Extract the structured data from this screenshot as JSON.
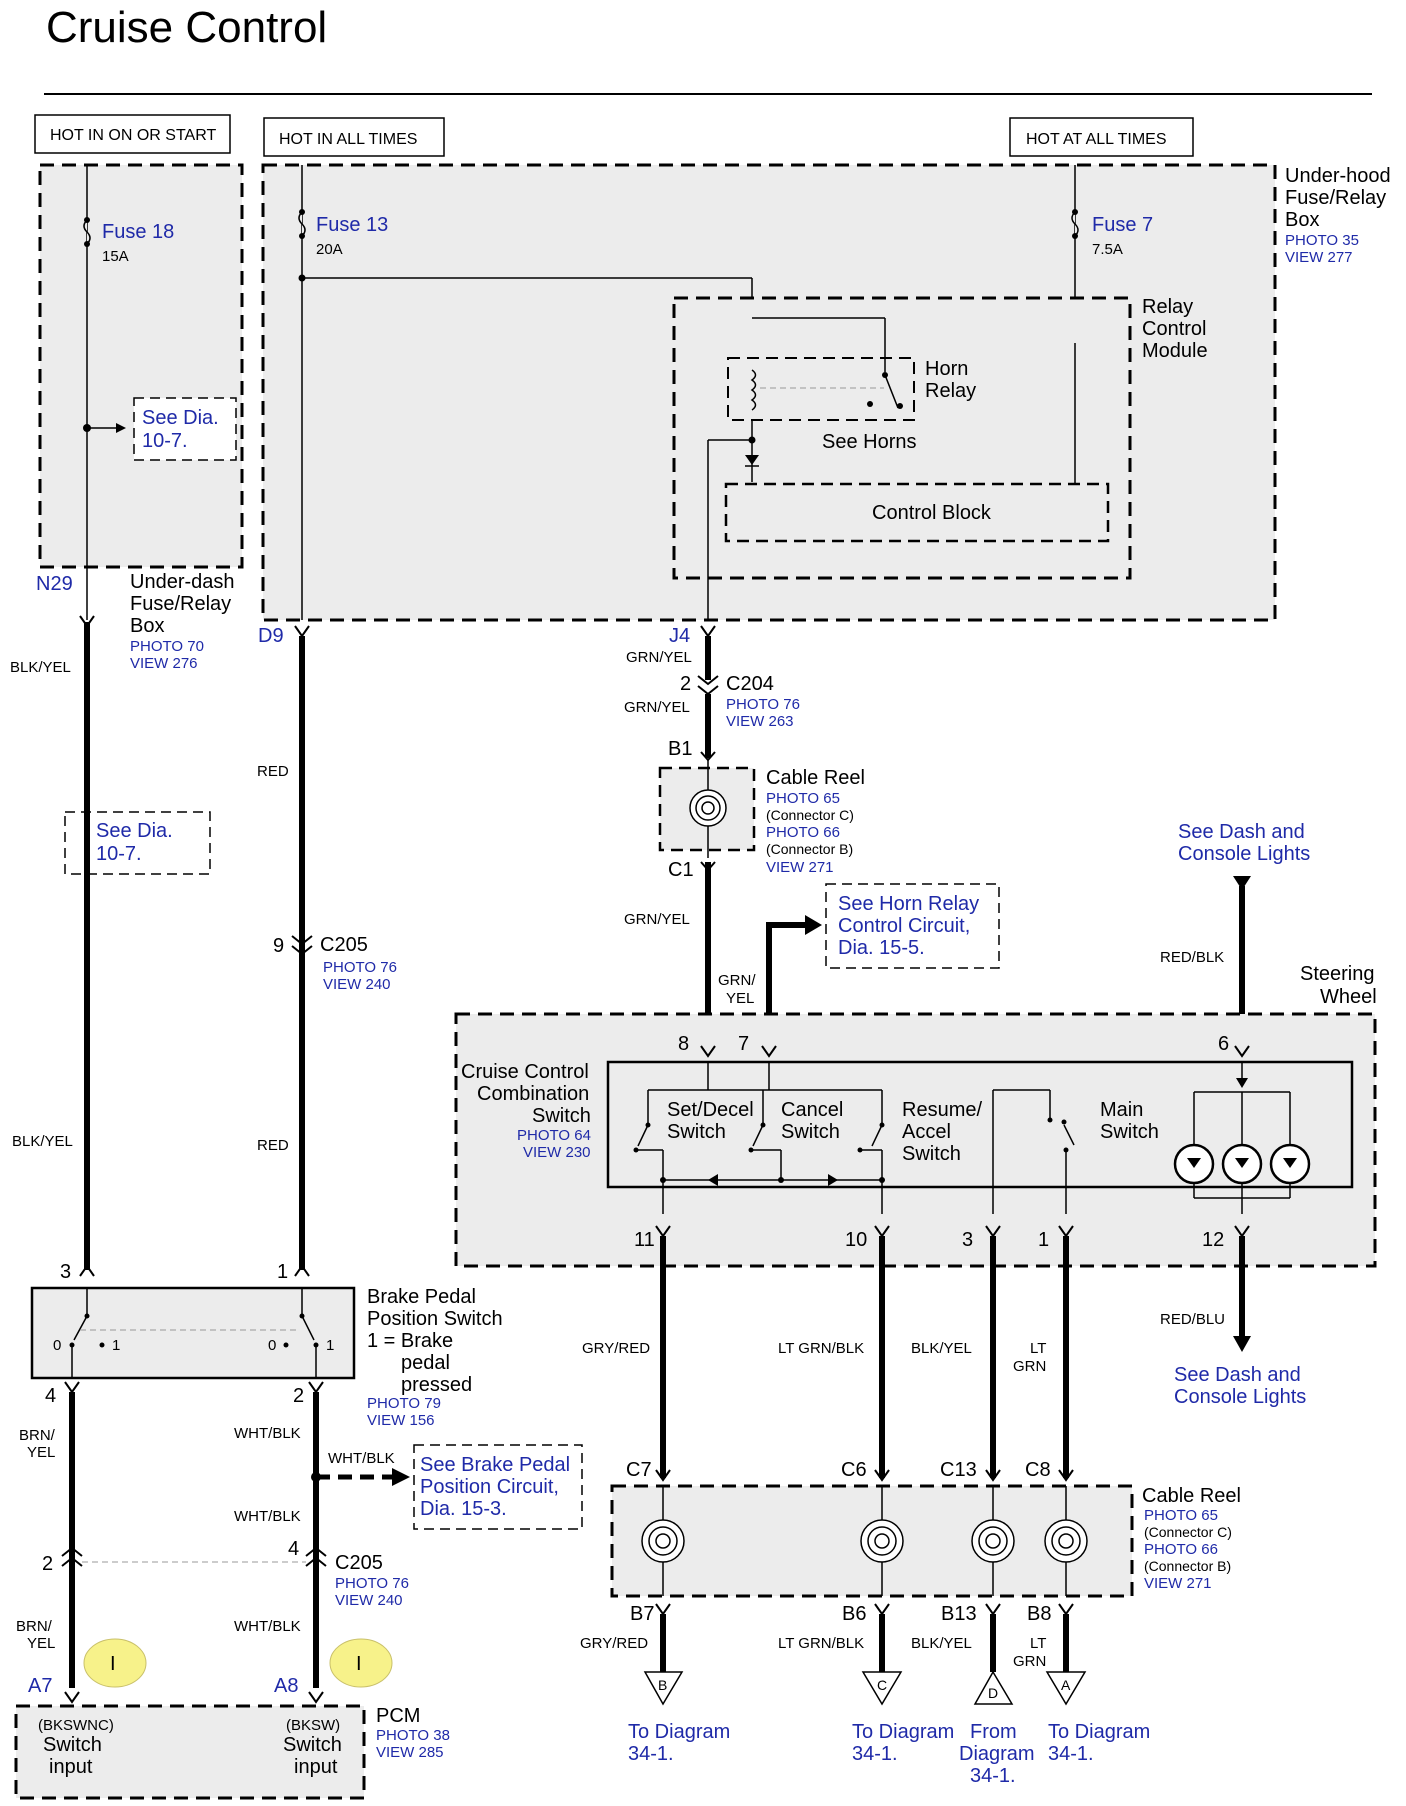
{
  "title": "Cruise Control",
  "power": {
    "hot_on_start": "HOT IN ON OR START",
    "hot_all_times_1": "HOT IN ALL TIMES",
    "hot_all_times_2": "HOT AT ALL TIMES"
  },
  "fuses": {
    "fuse18": {
      "name": "Fuse 18",
      "rating": "15A"
    },
    "fuse13": {
      "name": "Fuse 13",
      "rating": "20A"
    },
    "fuse7": {
      "name": "Fuse 7",
      "rating": "7.5A"
    }
  },
  "underhood": {
    "l1": "Under-hood",
    "l2": "Fuse/Relay",
    "l3": "Box",
    "photo": "PHOTO 35",
    "view": "VIEW 277"
  },
  "underdash": {
    "l1": "Under-dash",
    "l2": "Fuse/Relay",
    "l3": "Box",
    "photo": "PHOTO 70",
    "view": "VIEW 276"
  },
  "relay_module": {
    "l1": "Relay",
    "l2": "Control",
    "l3": "Module"
  },
  "horn_relay": {
    "l1": "Horn",
    "l2": "Relay",
    "see": "See  Horns"
  },
  "control_block": "Control Block",
  "see_dia_10_7": {
    "l1": "See Dia.",
    "l2": "10-7."
  },
  "terminals": {
    "n29": "N29",
    "d9": "D9",
    "j4": "J4",
    "a7": "A7",
    "a8": "A8",
    "b1": "B1",
    "c1": "C1",
    "c7": "C7",
    "c6": "C6",
    "c13": "C13",
    "c8": "C8",
    "b7": "B7",
    "b6": "B6",
    "b13": "B13",
    "b8": "B8"
  },
  "wires": {
    "blk_yel": "BLK/YEL",
    "red": "RED",
    "grn_yel": "GRN/YEL",
    "grn": "GRN/",
    "yel": "YEL",
    "red_blk": "RED/BLK",
    "red_blu": "RED/BLU",
    "gry_red": "GRY/RED",
    "lt_grn_blk": "LT GRN/BLK",
    "lt": "LT",
    "grn2": "GRN",
    "brn": "BRN/",
    "wht_blk": "WHT/BLK"
  },
  "c204": {
    "pin": "2",
    "name": "C204",
    "photo": "PHOTO 76",
    "view": "VIEW 263"
  },
  "c205a": {
    "pin": "9",
    "name": "C205",
    "photo": "PHOTO 76",
    "view": "VIEW 240"
  },
  "c205b": {
    "pin_left": "2",
    "pin_right": "4",
    "name": "C205",
    "photo": "PHOTO 76",
    "view": "VIEW 240"
  },
  "cable_reel_top": {
    "name": "Cable Reel",
    "photo1": "PHOTO 65",
    "conn1": "(Connector C)",
    "photo2": "PHOTO 66",
    "conn2": "(Connector B)",
    "view": "VIEW 271"
  },
  "cable_reel_bottom": {
    "name": "Cable Reel",
    "photo1": "PHOTO 65",
    "conn1": "(Connector C)",
    "photo2": "PHOTO 66",
    "conn2": "(Connector B)",
    "view": "VIEW 271"
  },
  "horn_relay_circuit": {
    "l1": "See Horn Relay",
    "l2": "Control Circuit,",
    "l3": "Dia.   15-5."
  },
  "dash_lights_top": {
    "l1": "See Dash and",
    "l2": "Console Lights"
  },
  "dash_lights_bottom": {
    "l1": "See Dash and",
    "l2": "Console Lights"
  },
  "steering_wheel": {
    "l1": "Steering",
    "l2": "Wheel"
  },
  "ccs": {
    "l1": "Cruise Control",
    "l2": "Combination",
    "l3": "Switch",
    "photo": "PHOTO 64",
    "view": "VIEW 230"
  },
  "switches": {
    "set1": "Set/Decel",
    "set2": "Switch",
    "cancel1": "Cancel",
    "cancel2": "Switch",
    "resume1": "Resume/",
    "resume2": "Accel",
    "resume3": "Switch",
    "main1": "Main",
    "main2": "Switch"
  },
  "ccs_pins": {
    "p8": "8",
    "p7": "7",
    "p6": "6",
    "p11": "11",
    "p10": "10",
    "p3": "3",
    "p1": "1",
    "p12": "12"
  },
  "brake_switch": {
    "l1": "Brake  Pedal",
    "l2": "Position Switch",
    "l3": "1 = Brake",
    "l4": "pedal",
    "l5": "pressed",
    "photo": "PHOTO 79",
    "view": "VIEW 156",
    "pin3": "3",
    "pin1": "1",
    "pin4": "4",
    "pin2": "2",
    "zero": "0",
    "one": "1"
  },
  "brake_circuit": {
    "l1": "See Brake Pedal",
    "l2": "Position Circuit,",
    "l3": "Dia.   15-3."
  },
  "pcm": {
    "name": "PCM",
    "photo": "PHOTO 38",
    "view": "VIEW 285",
    "left1": "(BKSWNC)",
    "left2": "Switch",
    "left3": "input",
    "right1": "(BKSW)",
    "right2": "Switch",
    "right3": "input"
  },
  "offpage": {
    "b": {
      "letter": "B",
      "l1": "To Diagram",
      "l2": "34-1."
    },
    "c": {
      "letter": "C",
      "l1": "To Diagram",
      "l2": "34-1."
    },
    "d": {
      "letter": "D",
      "l1": "From",
      "l2": "Diagram",
      "l3": "34-1."
    },
    "a": {
      "letter": "A",
      "l1": "To Diagram",
      "l2": "34-1."
    }
  },
  "info_symbol": "I"
}
